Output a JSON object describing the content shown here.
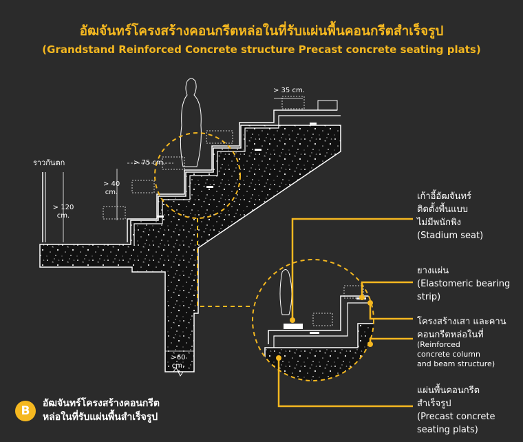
{
  "title_th": "อัฒจันทร์โครงสร้างคอนกรีตหล่อในที่รับแผ่นพื้นคอนกรีตสำเร็จรูป",
  "title_en": "(Grandstand Reinforced Concrete structure Precast concrete seating plats)",
  "dimensions": {
    "step_depth": "> 35 cm.",
    "seat_depth": "> 75 cm.",
    "riser_height_line1": "> 40",
    "riser_height_line2": "cm.",
    "railing_label": "ราวกันตก",
    "railing_height_line1": "> 120",
    "railing_height_line2": "cm.",
    "column_width_line1": ">60",
    "column_width_line2": "cm."
  },
  "callouts": {
    "stadium_seat": [
      "เก้าอี้อัฒจันทร์",
      "ติดตั้งพื้นแบบ",
      "ไม่มีพนักพิง",
      "(Stadium seat)"
    ],
    "bearing_strip": [
      "ยางแผ่น",
      "(Elastomeric bearing",
      "strip)"
    ],
    "rc_structure_th": [
      "โครงสร้างเสา และคาน",
      "คอนกรีตหล่อในที่"
    ],
    "rc_structure_en": [
      "(Reinforced",
      "concrete column",
      "and beam structure)"
    ],
    "precast_plats": [
      "แผ่นพื้นคอนกรีต",
      "สำเร็จรูป",
      "(Precast concrete",
      "seating plats)"
    ]
  },
  "badge_letter": "B",
  "caption": [
    "อัฒจันทร์โครงสร้างคอนกรีต",
    "หล่อในที่รับแผ่นพื้นสำเร็จรูป"
  ],
  "colors": {
    "background": "#2b2b2b",
    "accent": "#f5b820",
    "concrete": "#111111",
    "line": "#ffffff"
  }
}
